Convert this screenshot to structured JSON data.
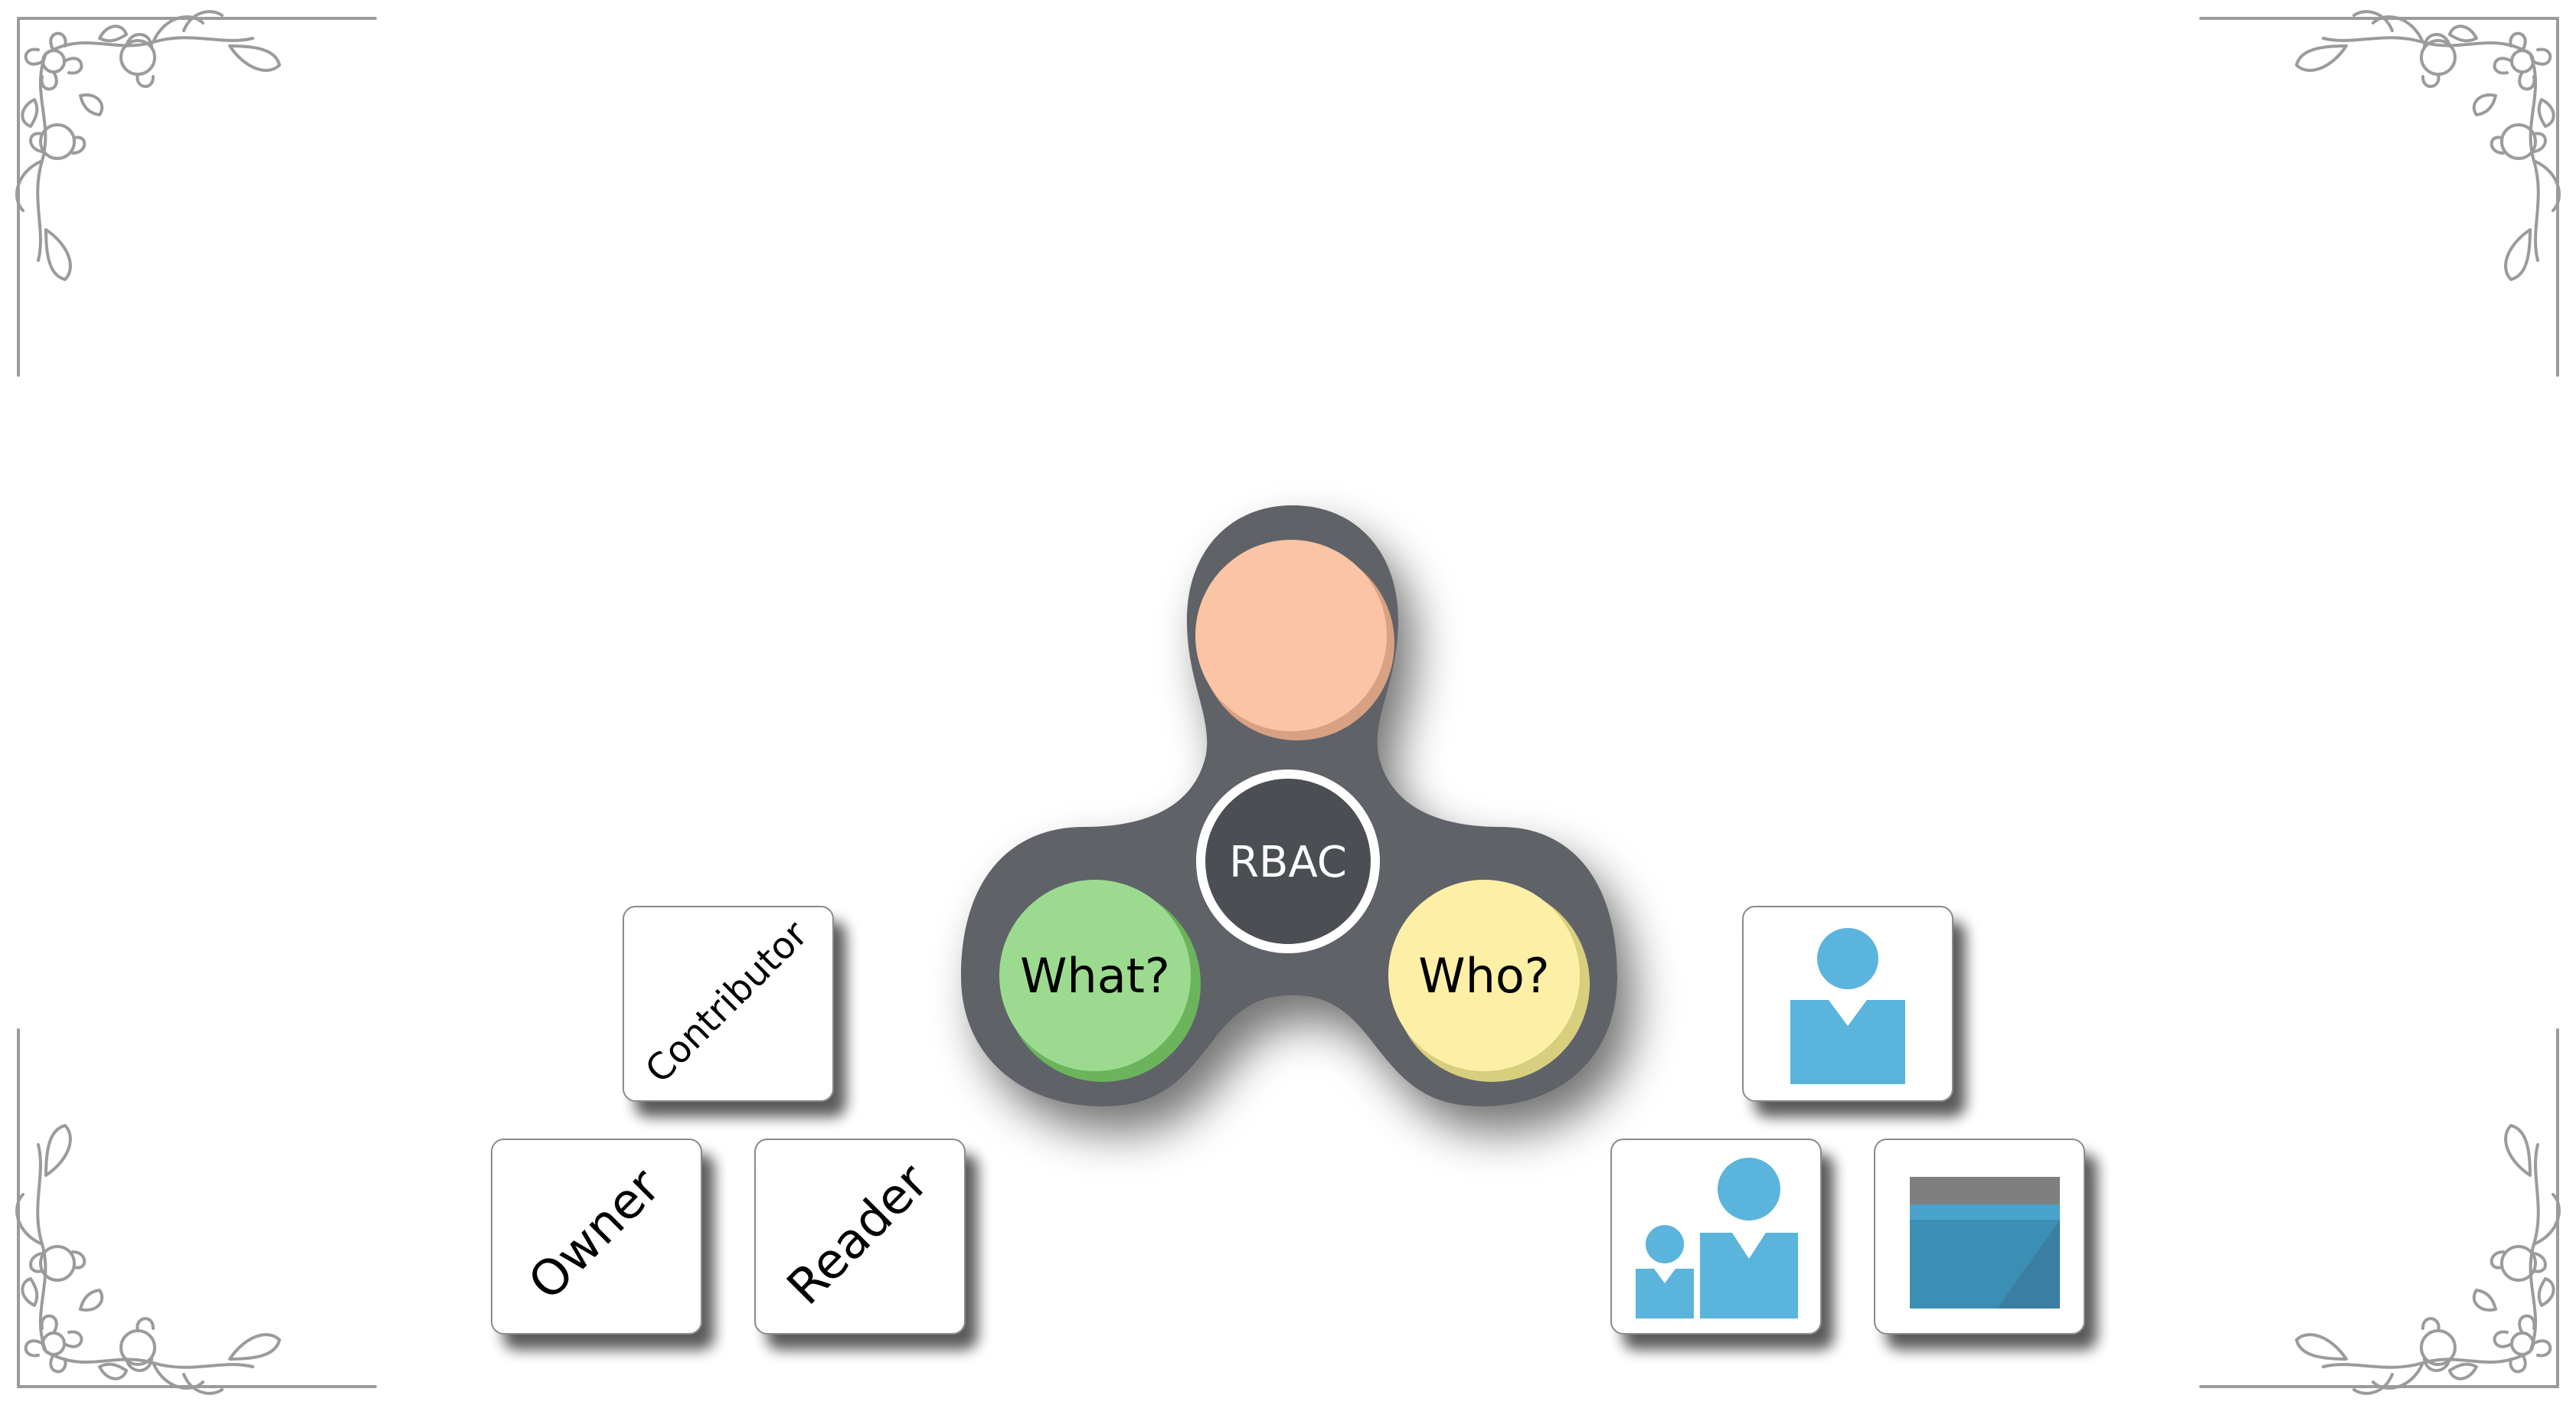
{
  "diagram": {
    "center": {
      "label": "RBAC"
    },
    "lobes": {
      "top": {
        "label": "",
        "color": "#fbc4a4"
      },
      "left": {
        "label": "What?",
        "color": "#9cdb8f"
      },
      "right": {
        "label": "Who?",
        "color": "#fdf0a6"
      }
    },
    "spinner_color": "#5f6367",
    "role_cards": [
      {
        "label": "Contributor"
      },
      {
        "label": "Owner"
      },
      {
        "label": "Reader"
      }
    ],
    "identity_cards": [
      {
        "icon": "user-icon"
      },
      {
        "icon": "group-icon"
      },
      {
        "icon": "application-icon"
      }
    ],
    "icon_color": "#5ab4dc",
    "decoration": "floral-corner-icon"
  }
}
